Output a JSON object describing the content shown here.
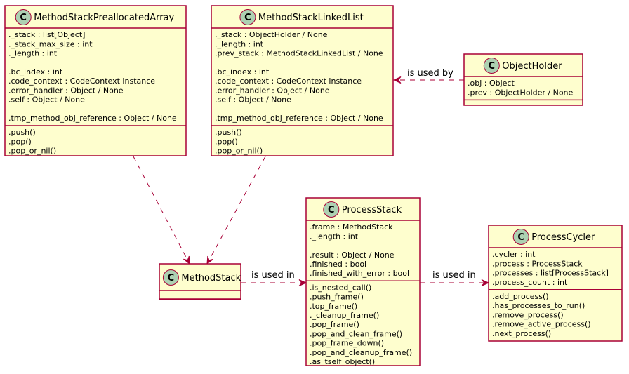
{
  "classes": {
    "mspa": {
      "name": "MethodStackPreallocatedArray",
      "fields": [
        "._stack : list[Object]",
        "._stack_max_size : int",
        "._length : int",
        "",
        ".bc_index : int",
        ".code_context : CodeContext instance",
        ".error_handler : Object / None",
        ".self : Object / None",
        "",
        ".tmp_method_obj_reference : Object / None"
      ],
      "methods": [
        ".push()",
        ".pop()",
        ".pop_or_nil()"
      ]
    },
    "msll": {
      "name": "MethodStackLinkedList",
      "fields": [
        "._stack : ObjectHolder / None",
        "._length : int",
        ".prev_stack : MethodStackLinkedList / None",
        "",
        ".bc_index : int",
        ".code_context : CodeContext instance",
        ".error_handler : Object / None",
        ".self : Object / None",
        "",
        ".tmp_method_obj_reference : Object / None"
      ],
      "methods": [
        ".push()",
        ".pop()",
        ".pop_or_nil()"
      ]
    },
    "oh": {
      "name": "ObjectHolder",
      "fields": [
        ".obj : Object",
        ".prev : ObjectHolder / None"
      ],
      "methods": []
    },
    "ms": {
      "name": "MethodStack",
      "fields": [],
      "methods": []
    },
    "ps": {
      "name": "ProcessStack",
      "fields": [
        ".frame : MethodStack",
        "._length : int",
        "",
        ".result : Object / None",
        ".finished : bool",
        ".finished_with_error : bool"
      ],
      "methods": [
        ".is_nested_call()",
        ".push_frame()",
        ".top_frame()",
        "._cleanup_frame()",
        ".pop_frame()",
        ".pop_and_clean_frame()",
        ".pop_frame_down()",
        ".pop_and_cleanup_frame()",
        ".as_tself_object()"
      ]
    },
    "pc": {
      "name": "ProcessCycler",
      "fields": [
        ".cycler : int",
        ".process : ProcessStack",
        ".processes : list[ProcessStack]",
        ".process_count : int"
      ],
      "methods": [
        ".add_process()",
        ".has_processes_to_run()",
        ".remove_process()",
        ".remove_active_process()",
        ".next_process()"
      ]
    }
  },
  "relations": [
    {
      "from": "oh",
      "to": "msll",
      "label": "is used by"
    },
    {
      "from": "mspa",
      "to": "ms",
      "label": ""
    },
    {
      "from": "msll",
      "to": "ms",
      "label": ""
    },
    {
      "from": "ms",
      "to": "ps",
      "label": "is used in"
    },
    {
      "from": "ps",
      "to": "pc",
      "label": "is used in"
    }
  ],
  "colors": {
    "class_fill": "#FEFECE",
    "border": "#A80036",
    "circle": "#ADD1B2"
  },
  "icon": "class-c-icon"
}
